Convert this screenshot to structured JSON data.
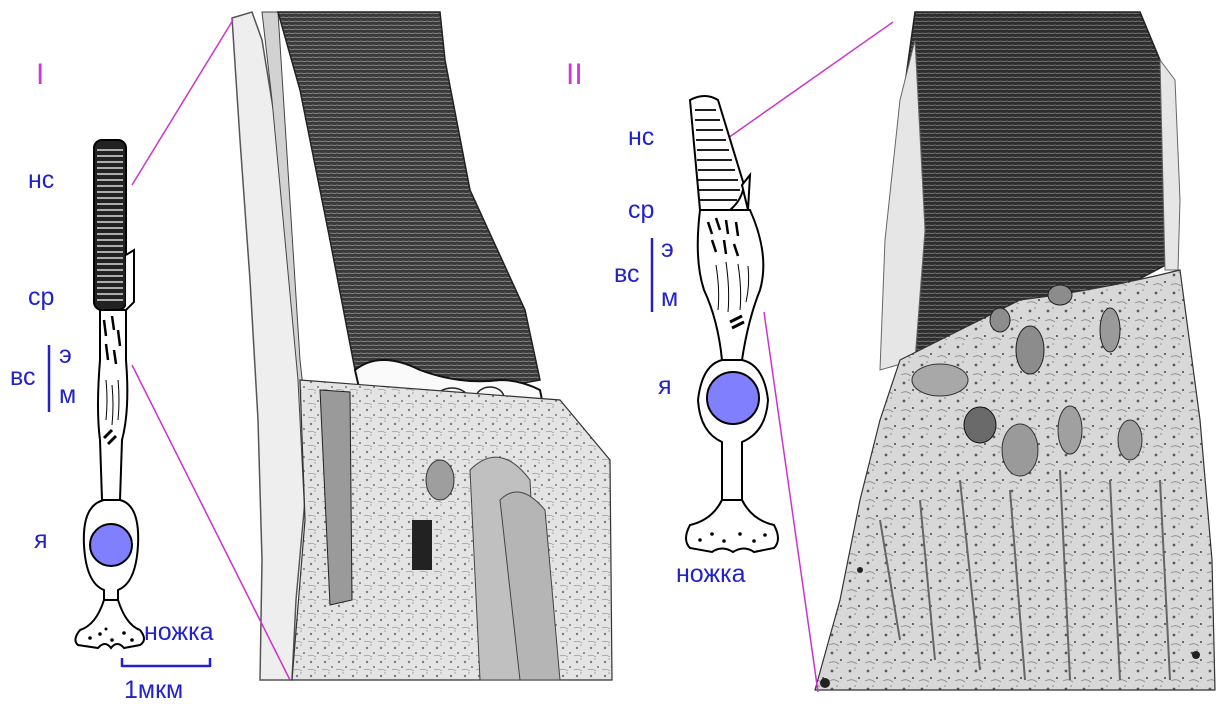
{
  "panels": [
    {
      "numeral": "I",
      "labels": {
        "outer_segment": "нс",
        "cilium": "ср",
        "inner_segment": "вс",
        "ellipsoid": "э",
        "myoid": "м",
        "nucleus": "я",
        "pedicle": "ножка"
      },
      "scale_bar": "1мкм"
    },
    {
      "numeral": "II",
      "labels": {
        "outer_segment": "нс",
        "cilium": "ср",
        "inner_segment": "вс",
        "ellipsoid": "э",
        "myoid": "м",
        "nucleus": "я",
        "pedicle": "ножка"
      }
    }
  ],
  "colors": {
    "label": "#2222cc",
    "numeral": "#d633d6",
    "guide_line": "#cc33cc",
    "nucleus": "#8080ff",
    "outline": "#000000"
  }
}
